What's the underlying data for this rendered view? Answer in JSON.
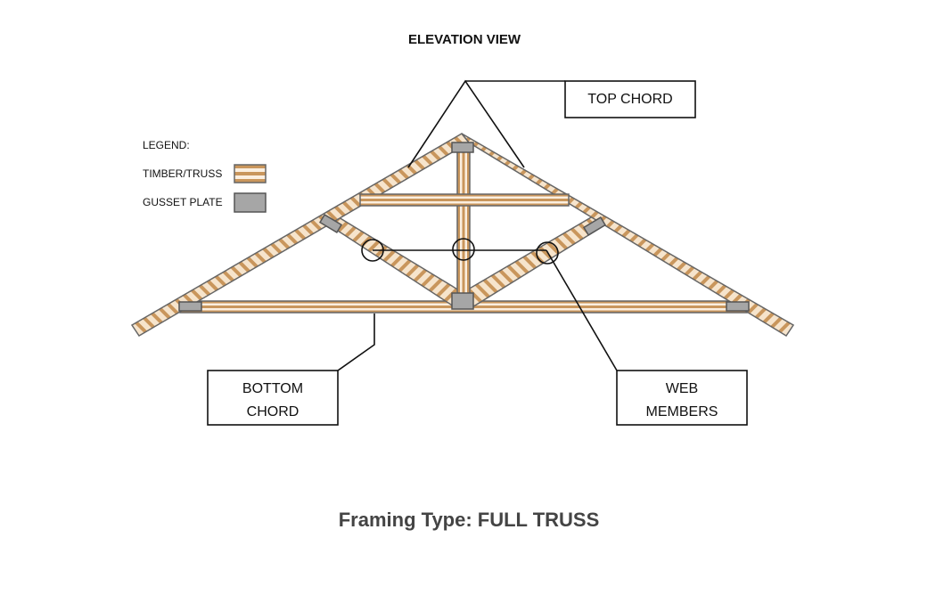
{
  "title": "ELEVATION VIEW",
  "legend": {
    "heading": "LEGEND:",
    "items": [
      {
        "label": "TIMBER/TRUSS",
        "swatch": "timber"
      },
      {
        "label": "GUSSET PLATE",
        "swatch": "gusset"
      }
    ]
  },
  "callouts": {
    "top_chord": "TOP CHORD",
    "bottom_chord_line1": "BOTTOM",
    "bottom_chord_line2": "CHORD",
    "web_members_line1": "WEB",
    "web_members_line2": "MEMBERS"
  },
  "footer": {
    "framing_label": "Framing Type: FULL TRUSS"
  },
  "colors": {
    "timber_light": "#f3dcc0",
    "timber_dark": "#c9965c",
    "timber_outline": "#666666",
    "gusset_fill": "#a6a6a6",
    "gusset_outline": "#555555",
    "footer_text": "#444444"
  }
}
